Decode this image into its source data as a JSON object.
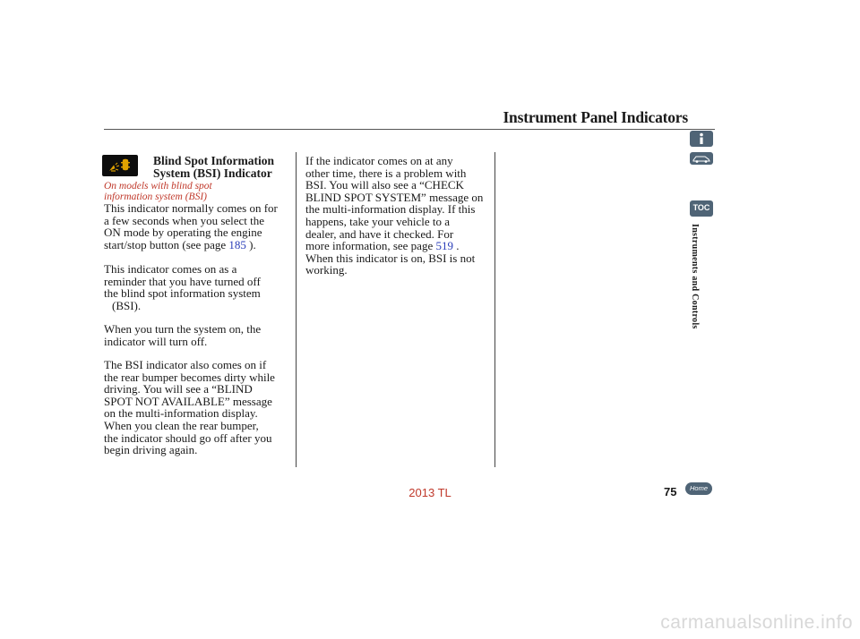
{
  "header": {
    "title": "Instrument Panel Indicators"
  },
  "section": {
    "heading_lines": [
      "Blind Spot Information",
      "System (BSI) Indicator"
    ],
    "indicator_icon": "bsi-warning-icon",
    "model_note_lines": [
      "On models with blind spot",
      "information system (BSI)"
    ]
  },
  "left_column": {
    "p1_lines": [
      "This indicator normally comes on for",
      "a few seconds when you select the",
      "ON mode by operating the engine",
      "start/stop button (see page "
    ],
    "p1_link": "185",
    "p1_tail": " ).",
    "p2_lines": [
      "This indicator comes on as a",
      "reminder that you have turned off",
      "the blind spot information system",
      "(BSI)."
    ],
    "p3_lines": [
      "When you turn the system on, the",
      "indicator will turn off."
    ],
    "p4_lines": [
      "The BSI indicator also comes on if",
      "the rear bumper becomes dirty while",
      "driving. You will see a “BLIND",
      "SPOT NOT AVAILABLE” message",
      "on the multi-information display.",
      "When you clean the rear bumper,",
      "the indicator should go off after you",
      "begin driving again."
    ]
  },
  "right_column": {
    "lines": [
      "If the indicator comes on at any",
      "other time, there is a problem with",
      "BSI. You will also see a “CHECK",
      "BLIND SPOT SYSTEM” message on",
      "the multi-information display. If this",
      "happens, take your vehicle to a",
      "dealer, and have it checked. For"
    ],
    "last_prefix": "more information, see page ",
    "link": "519",
    "last_suffix": " .",
    "tail_lines": [
      "When this indicator is on, BSI is not",
      "working."
    ]
  },
  "sidebar": {
    "info_icon": "info-icon",
    "car_icon": "car-icon",
    "toc_label": "TOC",
    "section_label": "Instruments and Controls"
  },
  "footer": {
    "page_number": "75",
    "home_label": "Home",
    "model_label": "2013 TL",
    "watermark": "carmanualsonline.info"
  },
  "colors": {
    "accent_red": "#c0392b",
    "link_blue": "#2a3db8",
    "tab_slate": "#4f6476"
  }
}
